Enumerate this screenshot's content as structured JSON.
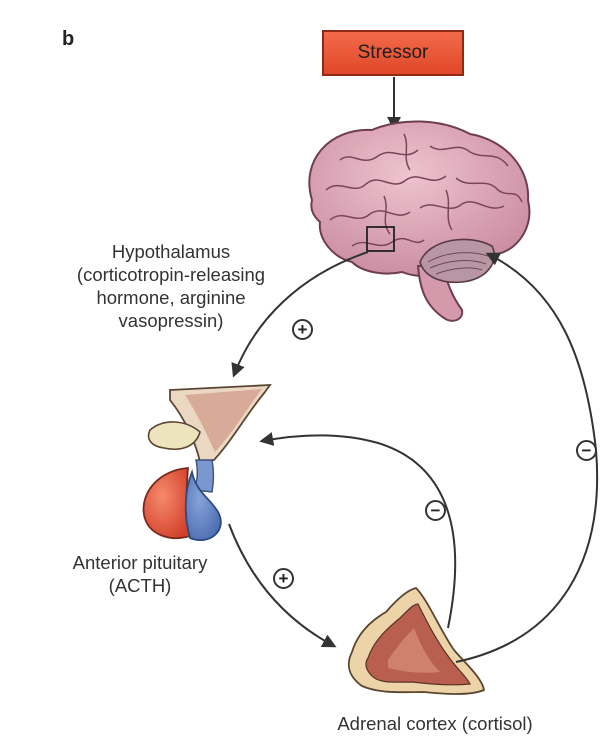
{
  "panel_letter": "b",
  "stressor": "Stressor",
  "hypothalamus": {
    "lines": [
      "Hypothalamus",
      "(corticotropin-releasing",
      "hormone, arginine",
      "vasopressin)"
    ]
  },
  "pituitary": {
    "lines": [
      "Anterior pituitary",
      "(ACTH)"
    ]
  },
  "adrenal": "Adrenal cortex (cortisol)",
  "signs": {
    "hypo_to_pit": "+",
    "pit_to_adrenal": "+",
    "adrenal_to_pit": "−",
    "adrenal_to_brain": "−"
  },
  "colors": {
    "stressor_fill": "#e8533a",
    "brain_fill": "#d9a1b4",
    "cerebellum_fill": "#bfa3b0",
    "pituitary_red": "#e2553d",
    "pituitary_blue": "#5b7fc0",
    "adrenal_fill": "#e8c9a0",
    "adrenal_inner": "#b5604e"
  }
}
